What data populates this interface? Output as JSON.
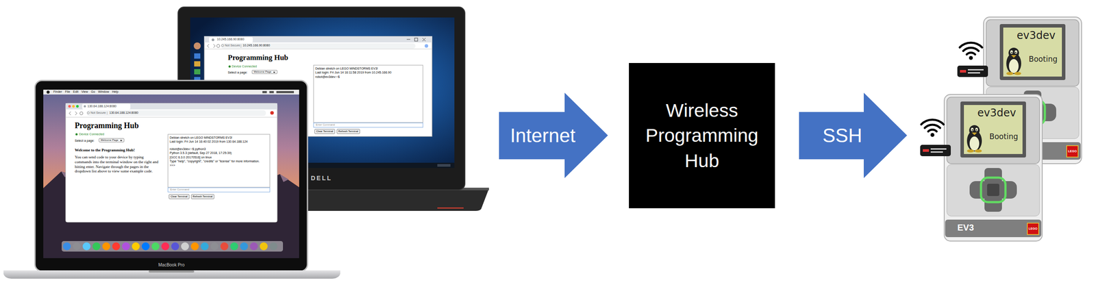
{
  "diagram": {
    "nodes": [
      {
        "text": [
          "Internet"
        ]
      },
      {
        "text": [
          "Wireless Programming Hub"
        ]
      },
      {
        "text": [
          "SSH"
        ]
      }
    ],
    "labels": [
      "10.245.166.90:8080",
      "Not Secure",
      "10.245.166.90:8080",
      "Programming Hub",
      "Device Connected",
      "Select a page:",
      "Welcome Page",
      "Debian stretch on LEGO MINDSTORMS EV3!",
      "Last login: Fri Jun 14 16:11:58 2019 from 10.245.166.90",
      "robot@ev3dev:~$",
      "Enter Command",
      "Clear Terminal",
      "Refresh Terminal",
      "DELL",
      "Finder File Edit View Go Window Help",
      "130.64.188.124:8080",
      "Not Secure",
      "130.64.188.124:8080",
      "Programming Hub",
      "Device Connected",
      "Select a page:",
      "Welcome Page",
      "Welcome to the Programming Hub!",
      "You can send code to your device by typing commands into the terminal window on the right and hitting enter. Navigate through the pages in the dropdown list above to view some example code.",
      "Debian stretch on LEGO MINDSTORMS EV3!",
      "Last login: Fri Jun 14 16:40:02 2019 from 130.64.188.124",
      "robot@ev3dev:~$ python3",
      "Python 3.5.3 (default, Sep 27 2018, 17:25:39)",
      "[GCC 6.3.0 20170516] on linux",
      "Type \"help\", \"copyright\", \"credits\" or \"license\" for more information.",
      ">>>",
      "Enter Command",
      "Clear Terminal",
      "Refresh Terminal",
      "MacBook Pro",
      "ev3dev",
      "Booting",
      "LEGO",
      "ev3dev",
      "Booting",
      "EV3",
      "LEGO"
    ]
  }
}
